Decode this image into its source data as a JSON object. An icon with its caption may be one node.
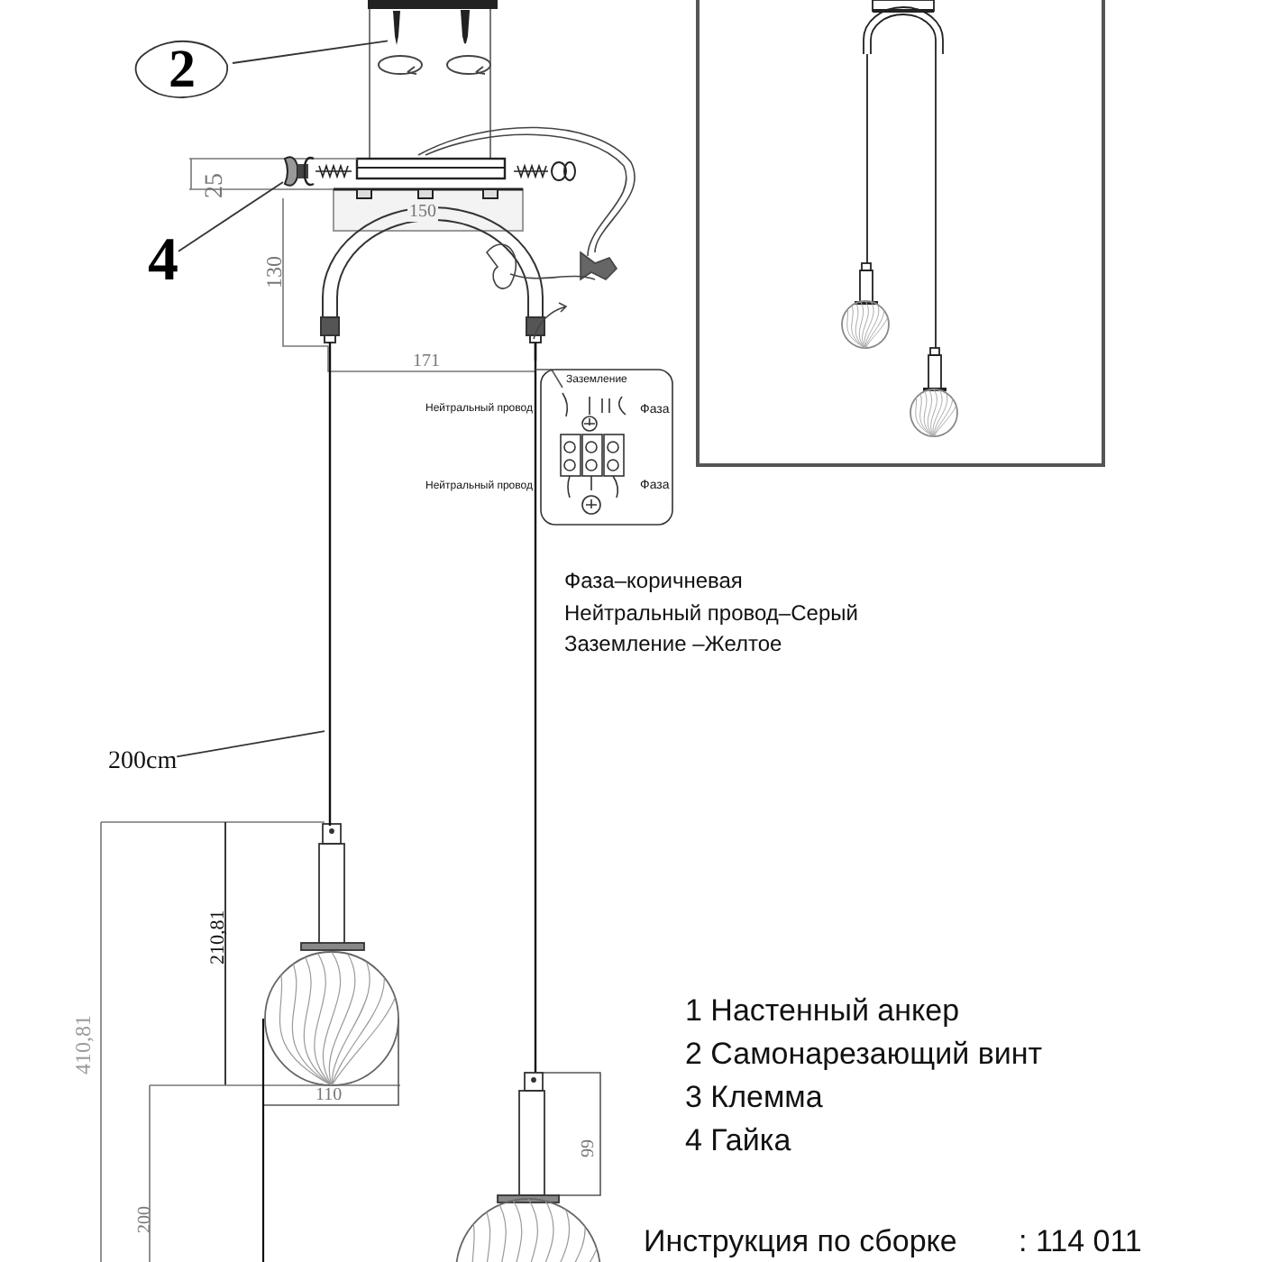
{
  "diagram": {
    "nodes": [
      {
        "text": [
          "2"
        ]
      },
      {
        "text": [],
        "shape": "picture"
      },
      {
        "text": [
          "4"
        ]
      },
      {
        "text": [],
        "shape": "picture"
      },
      {
        "text": [
          "200cm"
        ]
      },
      {
        "text": [],
        "shape": "picture"
      }
    ],
    "edges": [
      {
        "from": 0,
        "to": 1,
        "arrow": "none"
      },
      {
        "from": 2,
        "to": 3,
        "arrow": "none"
      },
      {
        "from": 4,
        "to": 5,
        "arrow": "none"
      }
    ],
    "labels": [
      "25",
      "150",
      "130",
      "171",
      "Заземление",
      "Нейтральный провод",
      "Фаза",
      "Нейтральный провод",
      "Фаза",
      "Фаза–коричневая",
      "Нейтральный провод–Серый",
      "Заземление –Желтое",
      "410,81",
      "210,81",
      "110",
      "200",
      "99",
      "1 Настенный анкер",
      "2 Самонарезающий винт",
      "3 Клемма",
      "4 Гайка",
      "Инструкция по сборке",
      ": 114 011"
    ]
  }
}
